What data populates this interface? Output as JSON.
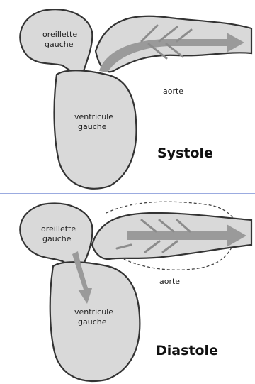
{
  "panels": [
    {
      "labels": {
        "atrium": [
          "oreillette",
          "gauche"
        ],
        "ventricle": [
          "ventricule",
          "gauche"
        ],
        "aorta": "aorte"
      },
      "phase": "Systole"
    },
    {
      "labels": {
        "atrium": [
          "oreillette",
          "gauche"
        ],
        "ventricle": [
          "ventricule",
          "gauche"
        ],
        "aorta": "aorte"
      },
      "phase": "Diastole"
    }
  ],
  "colors": {
    "divider": "#7a8fd6",
    "tissue": "#d9d9d9",
    "flow": "#9a9a9a"
  }
}
